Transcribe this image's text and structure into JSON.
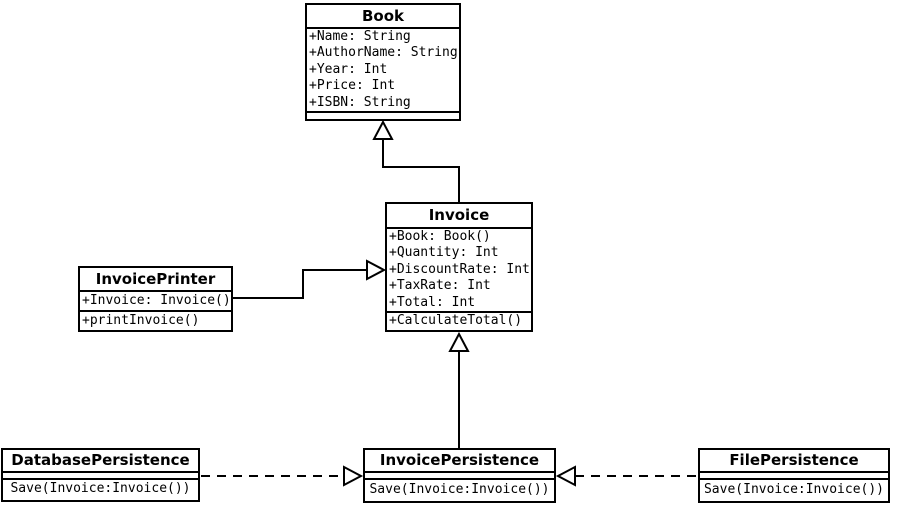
{
  "diagram": {
    "kind": "uml-class-diagram",
    "colors": {
      "line": "#000000",
      "background": "#ffffff",
      "box_fill": "#ffffff",
      "text": "#000000"
    },
    "classes": {
      "book": {
        "name": "Book",
        "attributes": [
          "+Name: String",
          "+AuthorName: String",
          "+Year: Int",
          "+Price: Int",
          "+ISBN: String"
        ],
        "methods": []
      },
      "invoice": {
        "name": "Invoice",
        "attributes": [
          "+Book: Book()",
          "+Quantity: Int",
          "+DiscountRate: Int",
          "+TaxRate: Int",
          "+Total: Int"
        ],
        "methods": [
          "+CalculateTotal()"
        ]
      },
      "invoice_printer": {
        "name": "InvoicePrinter",
        "attributes": [
          "+Invoice: Invoice()"
        ],
        "methods": [
          "+printInvoice()"
        ]
      },
      "database_persistence": {
        "name": "DatabasePersistence",
        "attributes": [],
        "methods": [
          "Save(Invoice:Invoice())"
        ]
      },
      "invoice_persistence": {
        "name": "InvoicePersistence",
        "attributes": [],
        "methods": [
          "Save(Invoice:Invoice())"
        ]
      },
      "file_persistence": {
        "name": "FilePersistence",
        "attributes": [],
        "methods": [
          "Save(Invoice:Invoice())"
        ]
      }
    },
    "relationships": [
      {
        "from": "Invoice",
        "to": "Book",
        "type": "generalization",
        "line": "solid",
        "arrowhead": "hollow-triangle"
      },
      {
        "from": "InvoicePrinter",
        "to": "Invoice",
        "type": "generalization",
        "line": "solid",
        "arrowhead": "hollow-triangle"
      },
      {
        "from": "InvoicePersistence",
        "to": "Invoice",
        "type": "generalization",
        "line": "solid",
        "arrowhead": "hollow-triangle"
      },
      {
        "from": "DatabasePersistence",
        "to": "InvoicePersistence",
        "type": "realization",
        "line": "dashed",
        "arrowhead": "hollow-triangle"
      },
      {
        "from": "FilePersistence",
        "to": "InvoicePersistence",
        "type": "realization",
        "line": "dashed",
        "arrowhead": "hollow-triangle"
      }
    ]
  }
}
